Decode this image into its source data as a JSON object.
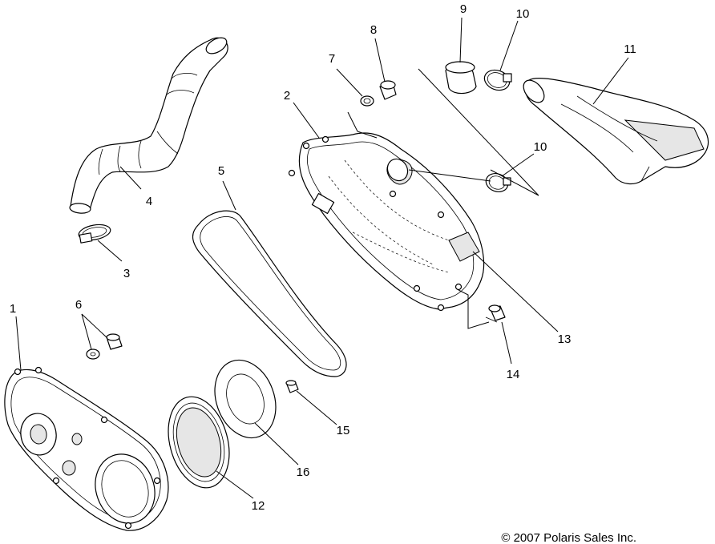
{
  "copyright": "© 2007 Polaris Sales Inc.",
  "callouts": [
    {
      "id": "c1",
      "label": "1"
    },
    {
      "id": "c2",
      "label": "2"
    },
    {
      "id": "c3",
      "label": "3"
    },
    {
      "id": "c4",
      "label": "4"
    },
    {
      "id": "c5",
      "label": "5"
    },
    {
      "id": "c6",
      "label": "6"
    },
    {
      "id": "c7",
      "label": "7"
    },
    {
      "id": "c8",
      "label": "8"
    },
    {
      "id": "c9",
      "label": "9"
    },
    {
      "id": "c10a",
      "label": "10"
    },
    {
      "id": "c10b",
      "label": "10"
    },
    {
      "id": "c11",
      "label": "11"
    },
    {
      "id": "c12",
      "label": "12"
    },
    {
      "id": "c13",
      "label": "13"
    },
    {
      "id": "c14",
      "label": "14"
    },
    {
      "id": "c15",
      "label": "15"
    },
    {
      "id": "c16",
      "label": "16"
    }
  ]
}
